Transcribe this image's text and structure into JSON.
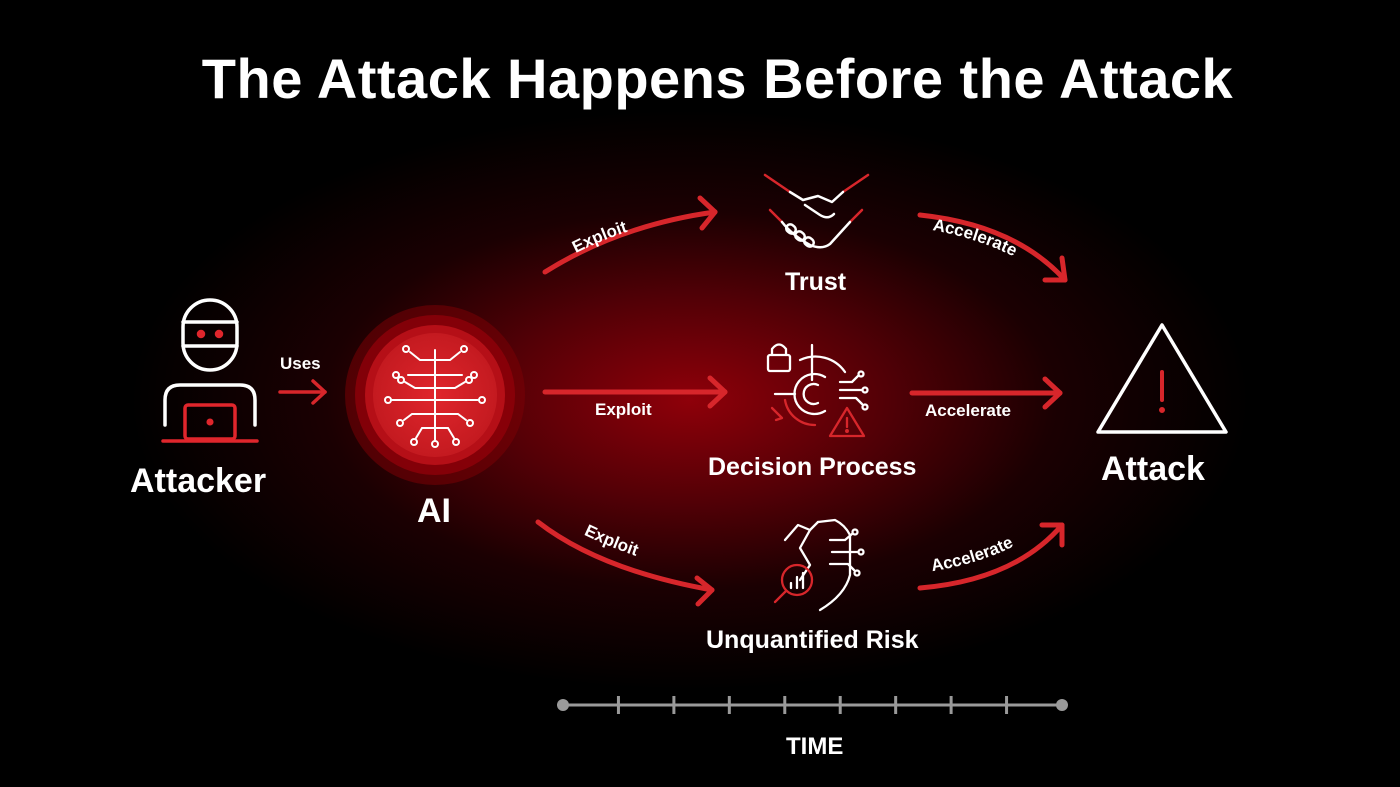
{
  "title": "The Attack Happens Before the Attack",
  "colors": {
    "background": "#000000",
    "accent_red": "#d7262b",
    "line_white": "#ffffff",
    "timeline_gray": "#9a9a9a"
  },
  "nodes": {
    "attacker": {
      "label": "Attacker",
      "icon": "hacker-laptop-icon"
    },
    "ai": {
      "label": "AI",
      "icon": "ai-circuit-brain-icon"
    },
    "trust": {
      "label": "Trust",
      "icon": "handshake-icon"
    },
    "decision": {
      "label": "Decision Process",
      "icon": "target-lock-warning-icon"
    },
    "risk": {
      "label": "Unquantified Risk",
      "icon": "broken-shield-chart-icon"
    },
    "attack": {
      "label": "Attack",
      "icon": "warning-triangle-icon"
    }
  },
  "edges": {
    "uses": "Uses",
    "exploit_top": "Exploit",
    "exploit_mid": "Exploit",
    "exploit_bottom": "Exploit",
    "accelerate_top": "Accelerate",
    "accelerate_mid": "Accelerate",
    "accelerate_bottom": "Accelerate"
  },
  "timeline": {
    "label": "TIME",
    "tick_count": 10
  }
}
